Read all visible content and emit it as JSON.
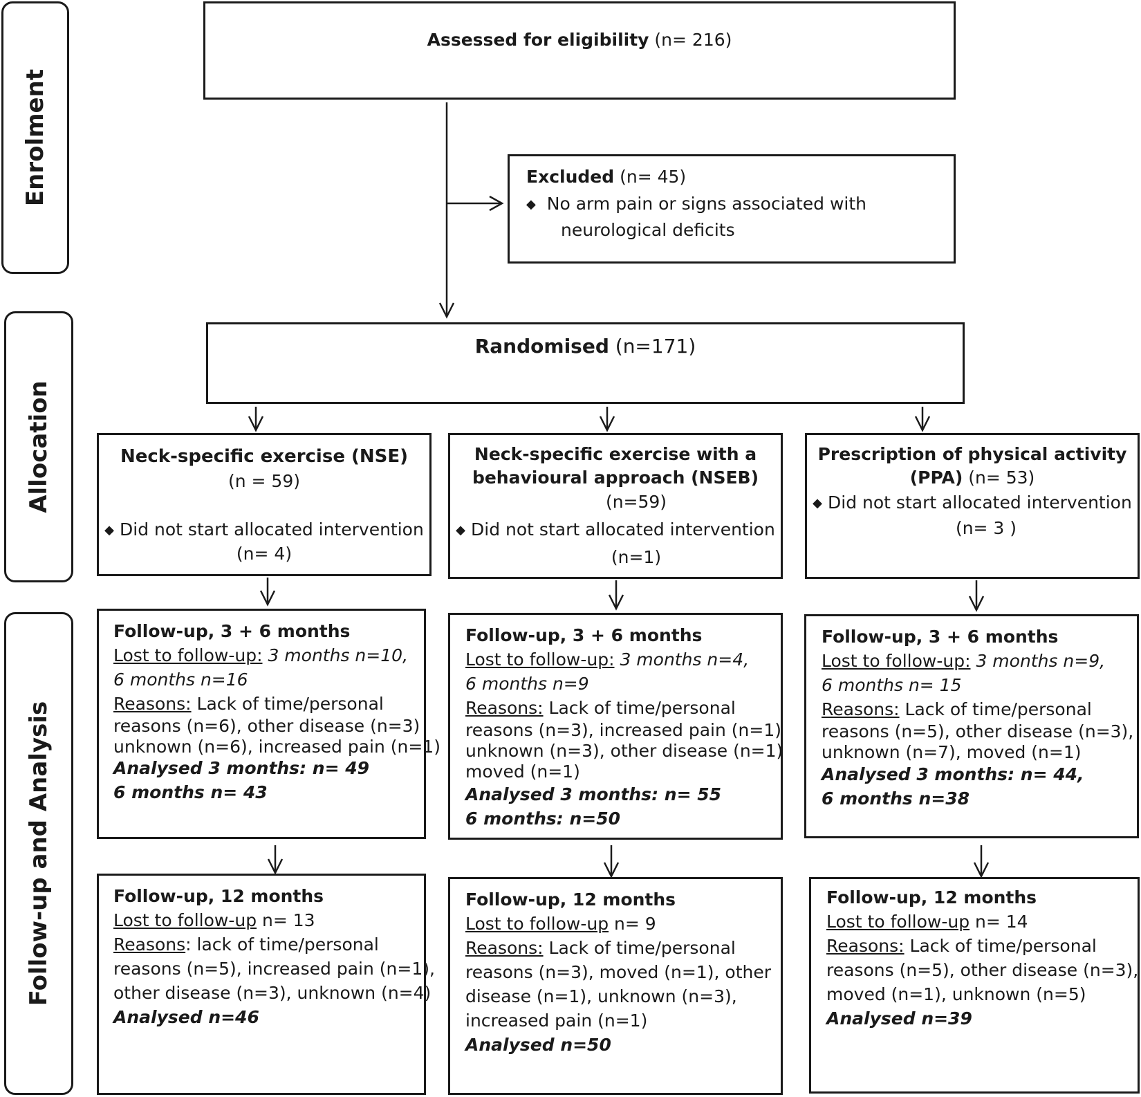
{
  "stages": {
    "enrolment": "Enrolment",
    "allocation": "Allocation",
    "followup": "Follow-up and Analysis"
  },
  "eligibility": {
    "title": "Assessed for eligibility",
    "n": "(n= 216)"
  },
  "excluded": {
    "title": "Excluded",
    "n": "(n= 45)",
    "reason_line1": "No arm pain or signs associated with",
    "reason_line2": "neurological deficits"
  },
  "randomised": {
    "title": "Randomised",
    "n": "(n=171)"
  },
  "arms": [
    {
      "name": "Neck-specific exercise (NSE)",
      "n": "(n = 59)",
      "not_started": "Did not start allocated intervention",
      "not_started_n": "(n= 4)"
    },
    {
      "name_line1": "Neck-specific exercise with a",
      "name_line2": "behavioural approach (NSEB)",
      "n": "(n=59)",
      "not_started": "Did not start allocated intervention",
      "not_started_n": "(n=1)"
    },
    {
      "name_line1": "Prescription of physical activity",
      "name_line2": "(PPA)",
      "n": "(n= 53)",
      "not_started": "Did not start allocated intervention",
      "not_started_n": "(n= 3 )"
    }
  ],
  "followup_3_6": [
    {
      "title": "Follow-up, 3 + 6 months",
      "lost_label": "Lost to follow-up:",
      "lost_3": "3 months n=10,",
      "lost_6": "6 months n=16",
      "reasons_label": "Reasons:",
      "reasons_1": "Lack of time/personal",
      "reasons_2": "reasons (n=6), other disease (n=3)",
      "reasons_3": "unknown (n=6), increased pain (n=1)",
      "analysed_1": "Analysed 3 months: n= 49",
      "analysed_2": "6 months n= 43"
    },
    {
      "title": "Follow-up, 3 + 6 months",
      "lost_label": "Lost to follow-up:",
      "lost_3": "3 months n=4,",
      "lost_6": "6 months n=9",
      "reasons_label": "Reasons:",
      "reasons_1": "Lack of time/personal",
      "reasons_2": "reasons (n=3), increased pain (n=1)",
      "reasons_3": "unknown (n=3), other disease (n=1)",
      "reasons_4": "moved (n=1)",
      "analysed_1": "Analysed 3 months: n= 55",
      "analysed_2": "6 months: n=50"
    },
    {
      "title": "Follow-up, 3 + 6 months",
      "lost_label": "Lost to follow-up:",
      "lost_3": "3 months n=9,",
      "lost_6": "6 months n= 15",
      "reasons_label": "Reasons:",
      "reasons_1": "Lack of time/personal",
      "reasons_2": "reasons (n=5), other disease (n=3),",
      "reasons_3": "unknown (n=7), moved (n=1)",
      "analysed_1": "Analysed 3 months: n= 44,",
      "analysed_2": "6 months n=38"
    }
  ],
  "followup_12": [
    {
      "title": "Follow-up, 12 months",
      "lost_label": "Lost to follow-up",
      "lost_n": "n= 13",
      "reasons_label": "Reasons",
      "reasons_1": ": lack of time/personal",
      "reasons_2": "reasons (n=5), increased pain (n=1),",
      "reasons_3": "other disease (n=3), unknown (n=4)",
      "analysed": "Analysed n=46"
    },
    {
      "title": "Follow-up, 12 months",
      "lost_label": "Lost to follow-up",
      "lost_n": "n= 9",
      "reasons_label": "Reasons:",
      "reasons_1": "Lack of time/personal",
      "reasons_2": "reasons (n=3), moved (n=1), other",
      "reasons_3": "disease (n=1), unknown (n=3),",
      "reasons_4": "increased pain (n=1)",
      "analysed": "Analysed n=50"
    },
    {
      "title": "Follow-up, 12 months",
      "lost_label": "Lost to follow-up",
      "lost_n": "n= 14",
      "reasons_label": "Reasons:",
      "reasons_1": "Lack of time/personal",
      "reasons_2": "reasons (n=5), other disease (n=3),",
      "reasons_3": "moved (n=1), unknown (n=5)",
      "analysed": "Analysed n=39"
    }
  ]
}
